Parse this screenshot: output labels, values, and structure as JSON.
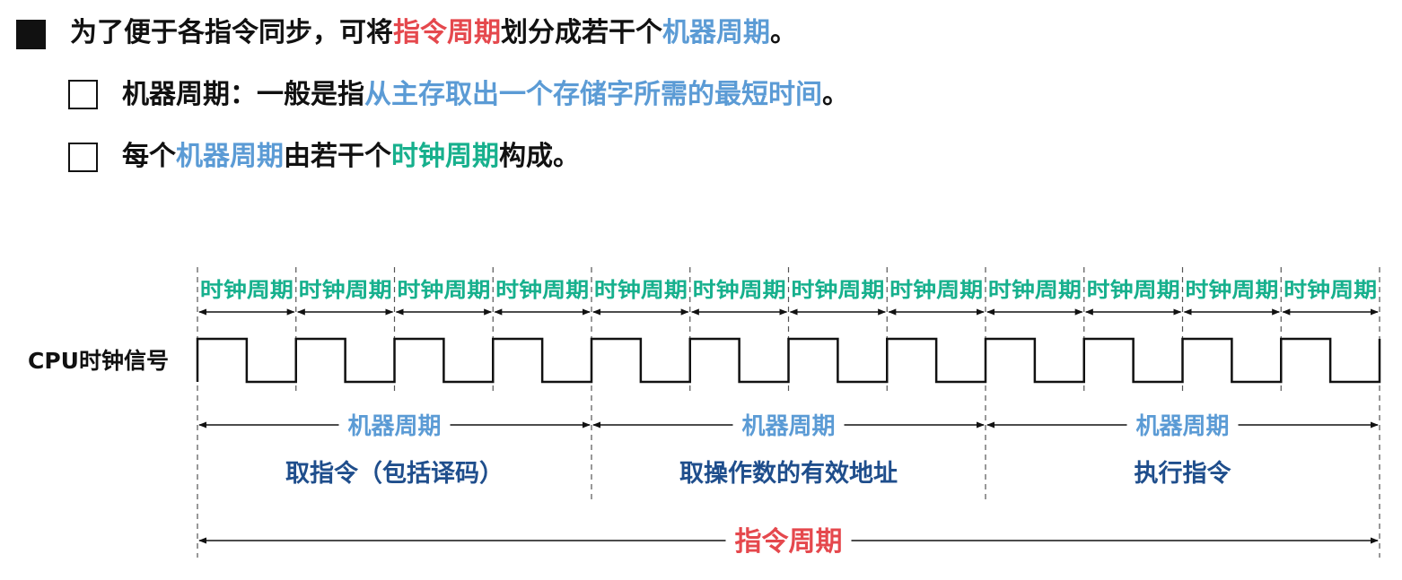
{
  "bullets": {
    "main": {
      "p1": "为了便于各指令同步，可将",
      "p2": "指令周期",
      "p3": "划分成若干个",
      "p4": "机器周期",
      "p5": "。"
    },
    "sub1": {
      "p1": "机器周期：一般是指",
      "p2": "从主存取出一个存储字所需的最短时间",
      "p3": "。"
    },
    "sub2": {
      "p1": "每个",
      "p2": "机器周期",
      "p3": "由若干个",
      "p4": "时钟周期",
      "p5": "构成。"
    }
  },
  "diagram": {
    "clock_cycle_label": "时钟周期",
    "clock_cycle_count": 12,
    "cpu_clock_label": "CPU时钟信号",
    "machine_cycle_label": "机器周期",
    "machine_cycles": [
      {
        "phase": "取指令（包括译码）"
      },
      {
        "phase": "取操作数的有效地址"
      },
      {
        "phase": "执行指令"
      }
    ],
    "instruction_cycle_label": "指令周期"
  },
  "colors": {
    "red": "#e5484d",
    "blue": "#5b9bd5",
    "green": "#17b08d",
    "dark_blue": "#1f4e8c",
    "black": "#111111"
  }
}
